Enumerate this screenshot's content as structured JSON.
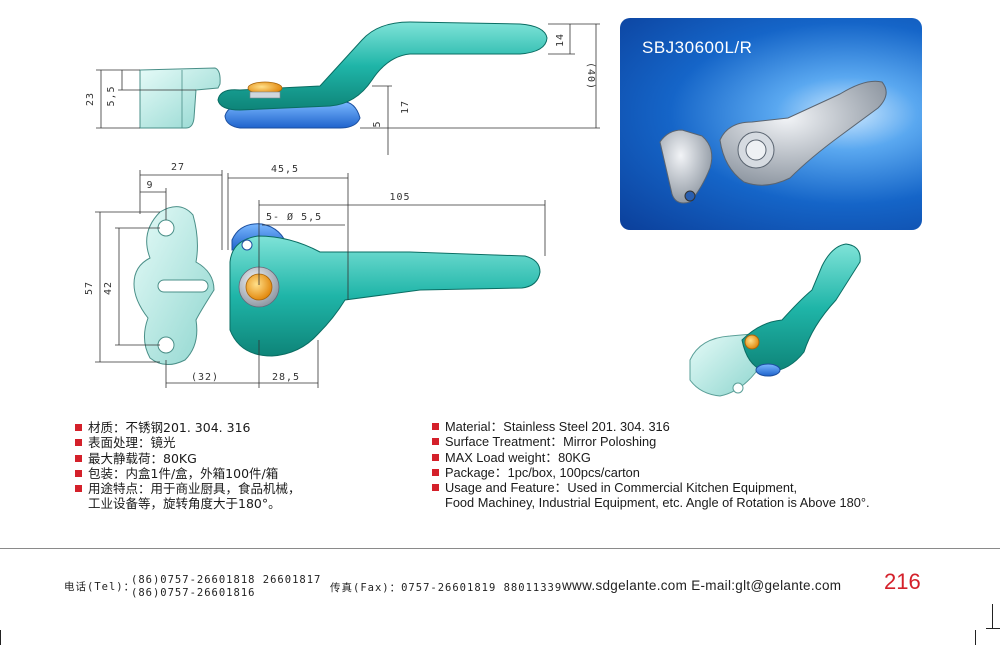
{
  "model": "SBJ30600L/R",
  "dimensions": {
    "side_height_23": "23",
    "side_5_5": "5,5",
    "top_14": "14",
    "total_40": "(40)",
    "side_17": "17",
    "side_5": "5",
    "w_27": "27",
    "w_9": "9",
    "w_45_5": "45,5",
    "len_105": "105",
    "hole": "5- Ø 5,5",
    "h_57": "57",
    "h_42": "42",
    "w_32": "(32)",
    "w_28_5": "28,5"
  },
  "specs_cn": [
    "材质：不锈钢201. 304. 316",
    "表面处理：镜光",
    "最大静载荷：80KG",
    "包装：内盒1件/盒，外箱100件/箱",
    "用途特点：用于商业厨具，食品机械，"
  ],
  "specs_cn_cont": "工业设备等，旋转角度大于180°。",
  "specs_en": [
    "Material：Stainless Steel 201. 304. 316",
    "Surface Treatment：Mirror Poloshing",
    "MAX Load weight：80KG",
    "Package：1pc/box,  100pcs/carton",
    "Usage and Feature：Used in Commercial Kitchen Equipment,"
  ],
  "specs_en_cont": "Food Machiney, Industrial Equipment, etc. Angle of Rotation is Above 180°.",
  "footer": {
    "tel_label": "电话(Tel)：",
    "tel_line1": "(86)0757-26601818  26601817",
    "tel_line2": "(86)0757-26601816",
    "fax": "传真(Fax)：0757-26601819 88011339",
    "web": "www.sdgelante.com  E-mail:glt@gelante.com",
    "page": "216"
  },
  "colors": {
    "teal": "#1fb5a8",
    "blue": "#2f7fe0",
    "orange": "#f0a020",
    "red": "#d4202a"
  }
}
